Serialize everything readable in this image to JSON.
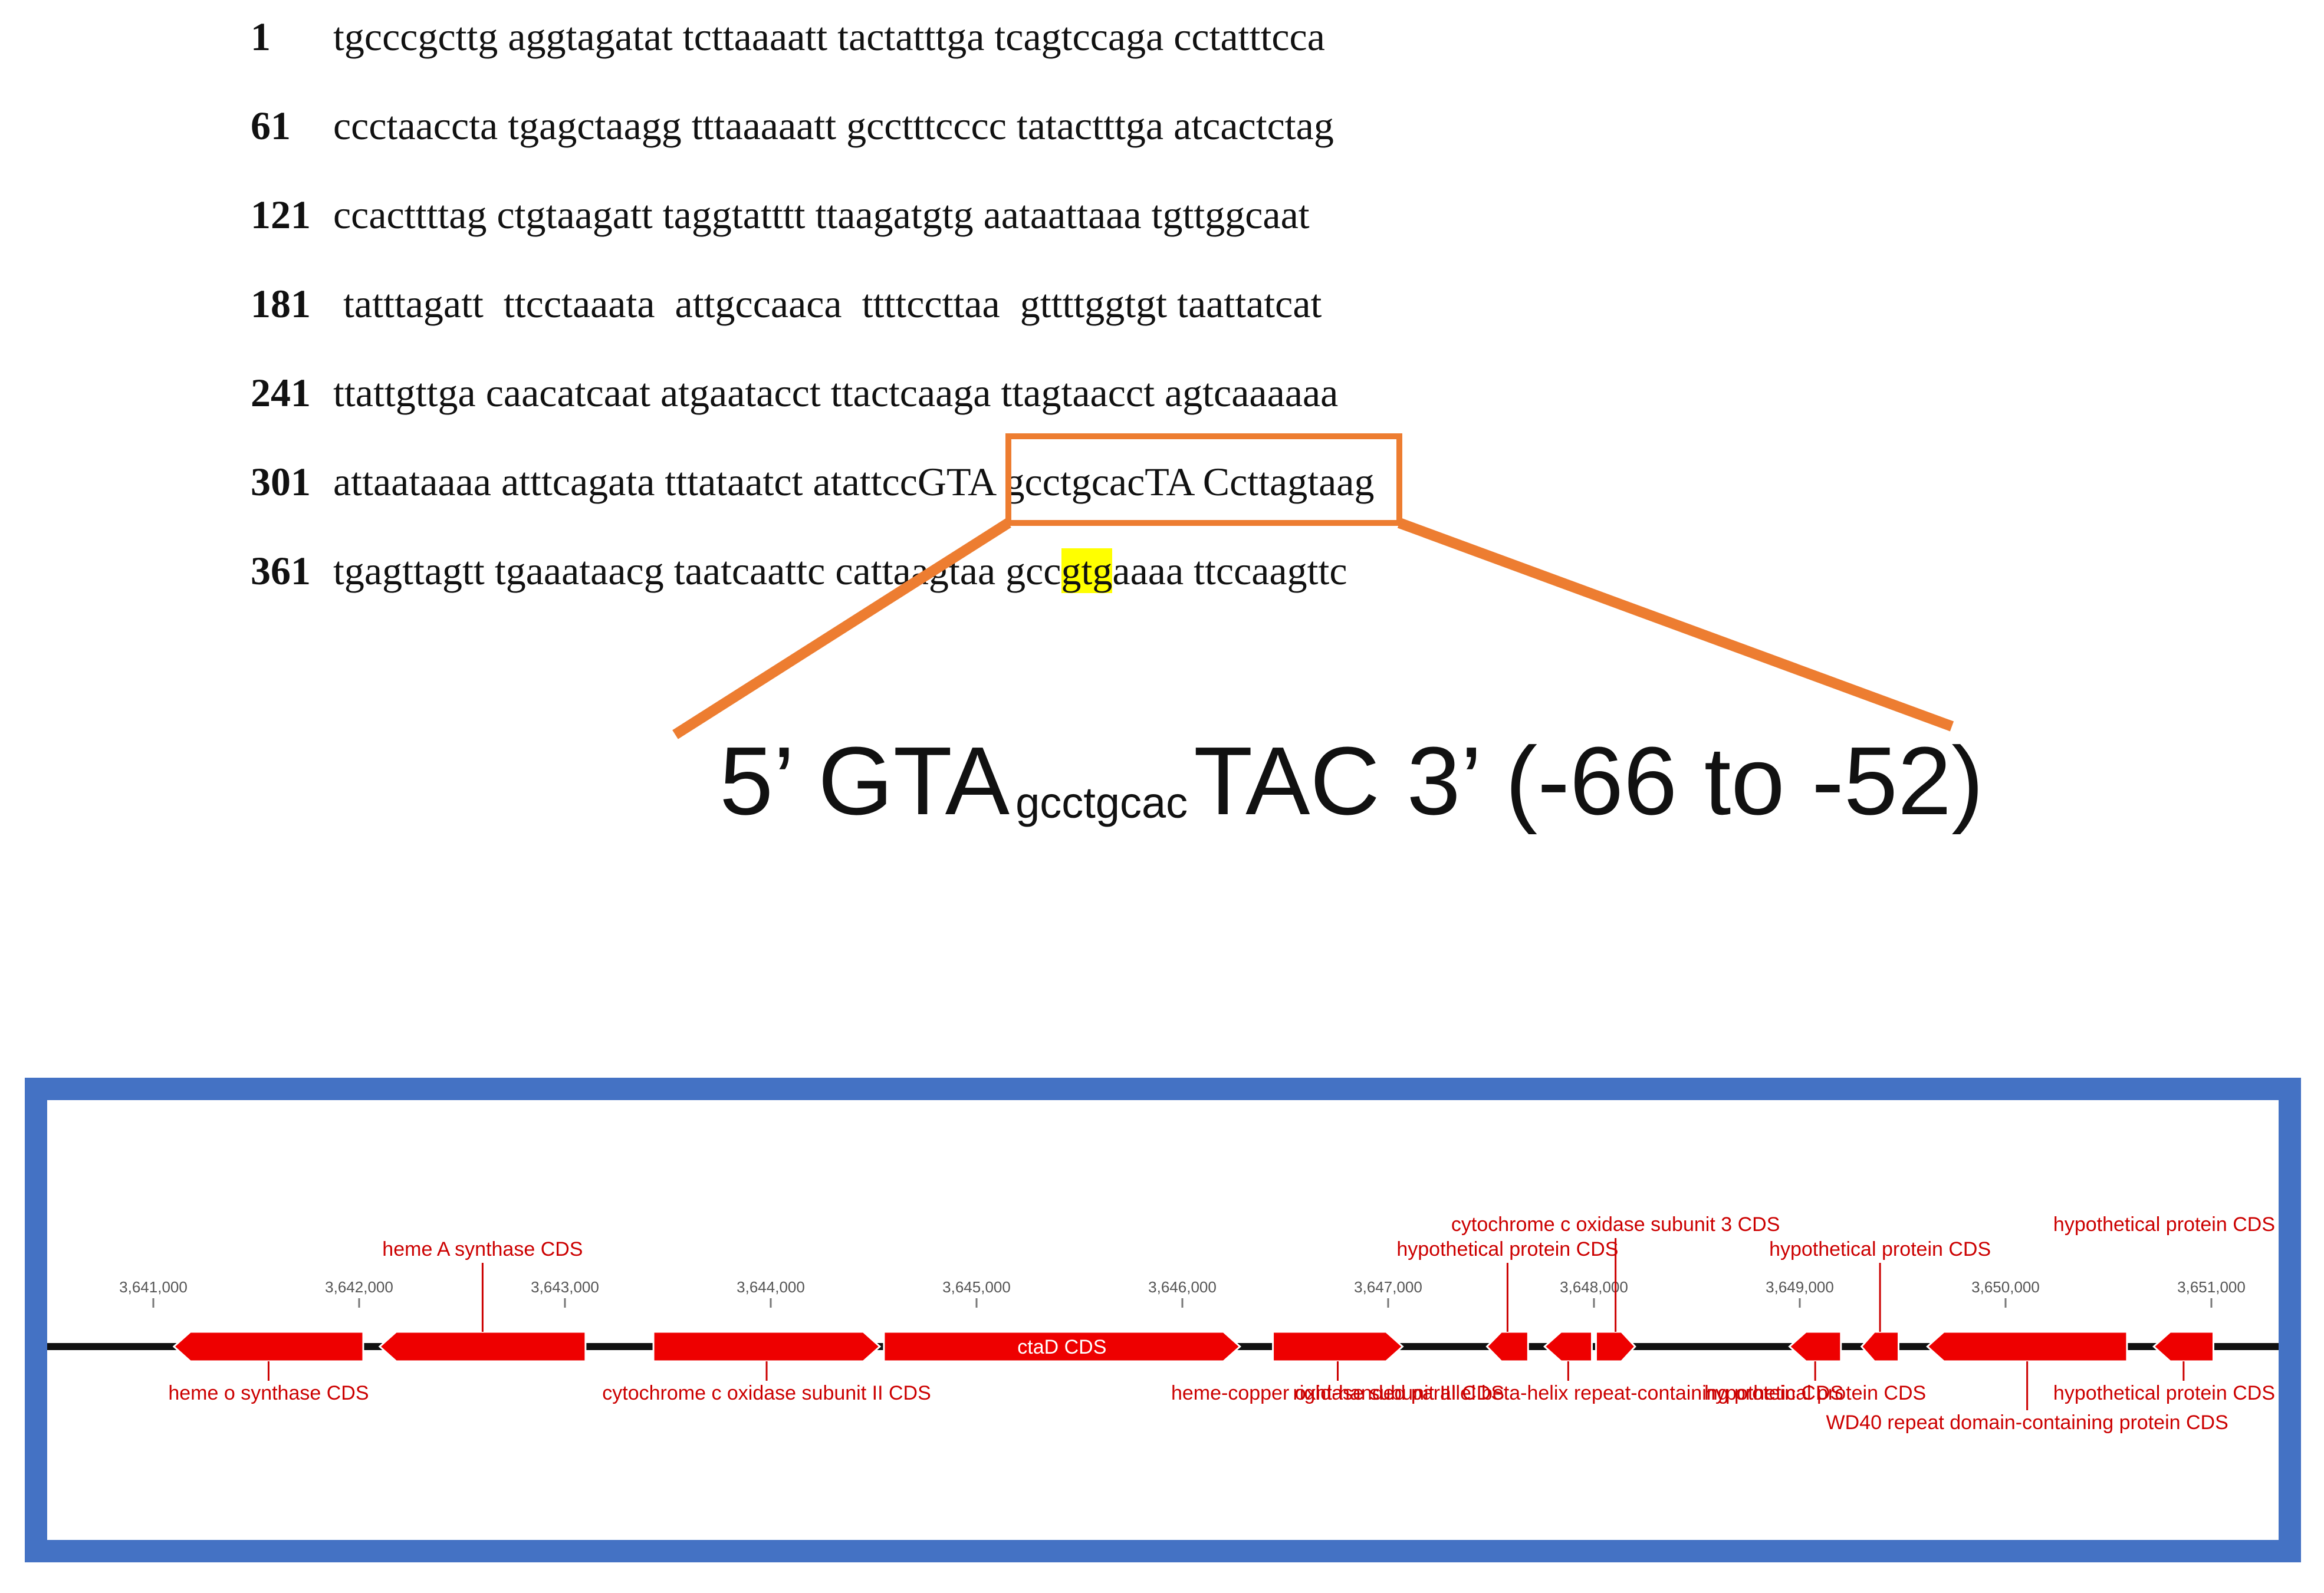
{
  "sequence_rows": [
    {
      "number": "1",
      "segments": [
        {
          "text": "tgcccgcttg aggtagatat tcttaaaatt tactatttga tcagtccaga cctatttcca"
        }
      ]
    },
    {
      "number": "61",
      "segments": [
        {
          "text": "ccctaaccta tgagctaagg tttaaaaatt gcctttcccc tatactttga atcactctag"
        }
      ]
    },
    {
      "number": "121",
      "segments": [
        {
          "text": "ccacttttag ctgtaagatt taggtatttt ttaagatgtg aataattaaa tgttggcaat"
        }
      ]
    },
    {
      "number": "181",
      "segments": [
        {
          "text": " tatttagatt  ttcctaaata  attgccaaca  ttttccttaa  gttttggtgt taattatcat"
        }
      ]
    },
    {
      "number": "241",
      "segments": [
        {
          "text": "ttattgttga caacatcaat atgaatacct ttactcaaga ttagtaacct agtcaaaaaa"
        }
      ]
    },
    {
      "number": "301",
      "segments": [
        {
          "text": "attaataaaa atttcagata tttataatct atattccGTA gcctgcacTA Ccttagtaag"
        }
      ]
    },
    {
      "number": "361",
      "segments": [
        {
          "text": "tgagttagtt tgaaataacg taatcaattc cattaagtaa gcc"
        },
        {
          "text": "gtg",
          "highlight": true
        },
        {
          "text": "aaaa ttccaagttc"
        }
      ]
    }
  ],
  "motif": {
    "prefix": "5’ GTA",
    "spacer": "gcctgcac",
    "suffix": "TAC 3’ (-66 to -52)"
  },
  "colors": {
    "zoom_box": "#ed7d31",
    "panel_border": "#4472c4",
    "gene": "#ee0000",
    "label": "#cc0000",
    "highlight": "#ffff00"
  },
  "genome_map": {
    "ticks": [
      {
        "position": 3641000,
        "label": "3,641,000"
      },
      {
        "position": 3642000,
        "label": "3,642,000"
      },
      {
        "position": 3643000,
        "label": "3,643,000"
      },
      {
        "position": 3644000,
        "label": "3,644,000"
      },
      {
        "position": 3645000,
        "label": "3,645,000"
      },
      {
        "position": 3646000,
        "label": "3,646,000"
      },
      {
        "position": 3647000,
        "label": "3,647,000"
      },
      {
        "position": 3648000,
        "label": "3,648,000"
      },
      {
        "position": 3649000,
        "label": "3,649,000"
      },
      {
        "position": 3650000,
        "label": "3,650,000"
      },
      {
        "position": 3651000,
        "label": "3,651,000"
      }
    ],
    "genes": [
      {
        "start": 3641100,
        "end": 3642020,
        "strand": "-",
        "label": "heme o synthase CDS",
        "side": "below",
        "row": 0
      },
      {
        "start": 3642100,
        "end": 3643100,
        "strand": "-",
        "label": "heme A synthase CDS",
        "side": "above",
        "row": 1
      },
      {
        "start": 3643430,
        "end": 3644530,
        "strand": "+",
        "label": "cytochrome c oxidase subunit II CDS",
        "side": "below",
        "row": 0
      },
      {
        "start": 3644550,
        "end": 3646280,
        "strand": "+",
        "label": "ctaD CDS",
        "side": "inside",
        "row": 0
      },
      {
        "start": 3646440,
        "end": 3647070,
        "strand": "+",
        "label": "heme-copper oxidase subunit III CDS",
        "side": "below",
        "row": 0
      },
      {
        "start": 3647480,
        "end": 3647680,
        "strand": "-",
        "label": "hypothetical protein CDS",
        "side": "above",
        "row": 1
      },
      {
        "start": 3647760,
        "end": 3647990,
        "strand": "-",
        "label": "right-handed parallel beta-helix repeat-containing protein CDS",
        "side": "below",
        "row": 1
      },
      {
        "start": 3648010,
        "end": 3648200,
        "strand": "+",
        "label": "cytochrome c oxidase subunit 3 CDS",
        "side": "above",
        "row": 2
      },
      {
        "start": 3648950,
        "end": 3649200,
        "strand": "-",
        "label": "hypothetical protein CDS",
        "side": "below",
        "row": 0
      },
      {
        "start": 3649300,
        "end": 3649480,
        "strand": "-",
        "label": "hypothetical protein CDS",
        "side": "above",
        "row": 1
      },
      {
        "start": 3649620,
        "end": 3650590,
        "strand": "-",
        "label": "WD40 repeat domain-containing protein CDS",
        "side": "below",
        "row": 2
      },
      {
        "start": 3650720,
        "end": 3651010,
        "strand": "-",
        "label": "hypothetical protein CDS",
        "side": "below",
        "row": 0
      },
      {
        "start": 3651390,
        "end": 3651560,
        "strand": "-",
        "label": "hypothetical protein CDS",
        "side": "above",
        "row": 2
      }
    ]
  }
}
